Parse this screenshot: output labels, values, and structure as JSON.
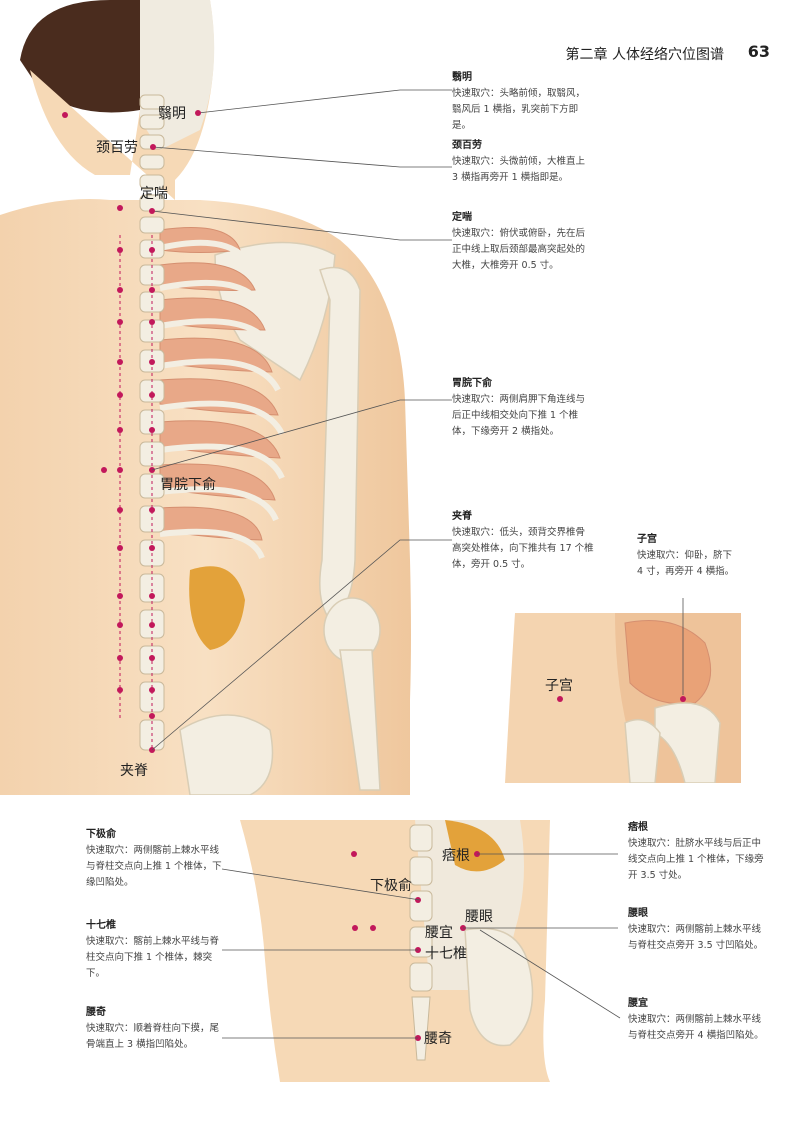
{
  "header": {
    "chapter_title": "第二章 人体经络穴位图谱",
    "page_number": "63"
  },
  "notes": {
    "yiming": {
      "title": "翳明",
      "text": "快速取穴：头略前倾，取翳风，翳风后 1 横指，乳突前下方即是。"
    },
    "jingbailao": {
      "title": "颈百劳",
      "text": "快速取穴：头微前倾，大椎直上 3 横指再旁开 1 横指即是。"
    },
    "dingchuan": {
      "title": "定喘",
      "text": "快速取穴：俯伏或俯卧，先在后正中线上取后颈部最高突起处的大椎，大椎旁开 0.5 寸。"
    },
    "weiwanxiashu": {
      "title": "胃脘下俞",
      "text": "快速取穴：两侧肩胛下角连线与后正中线相交处向下推 1 个椎体，下缘旁开 2 横指处。"
    },
    "jiaji": {
      "title": "夹脊",
      "text": "快速取穴：低头，颈背交界椎骨高突处椎体，向下推共有 17 个椎体，旁开 0.5 寸。"
    },
    "zigong": {
      "title": "子宫",
      "text": "快速取穴：仰卧，脐下 4 寸，再旁开 4 横指。"
    },
    "xiajishu": {
      "title": "下极俞",
      "text": "快速取穴：两侧髂前上棘水平线与脊柱交点向上推 1 个椎体，下缘凹陷处。"
    },
    "shiqizhui": {
      "title": "十七椎",
      "text": "快速取穴：髂前上棘水平线与脊柱交点向下推 1 个椎体，棘突下。"
    },
    "yaoqi": {
      "title": "腰奇",
      "text": "快速取穴：顺着脊柱向下摸，尾骨端直上 3 横指凹陷处。"
    },
    "pigen": {
      "title": "痞根",
      "text": "快速取穴：肚脐水平线与后正中线交点向上推 1 个椎体，下缘旁开 3.5 寸处。"
    },
    "yaoyan": {
      "title": "腰眼",
      "text": "快速取穴：两侧髂前上棘水平线与脊柱交点旁开 3.5 寸凹陷处。"
    },
    "yaoyi": {
      "title": "腰宜",
      "text": "快速取穴：两侧髂前上棘水平线与脊柱交点旁开 4 横指凹陷处。"
    }
  },
  "labels": {
    "yiming": "翳明",
    "jingbailao": "颈百劳",
    "dingchuan": "定喘",
    "weiwanxiashu": "胃脘下俞",
    "jiaji": "夹脊",
    "zigong": "子宫",
    "pigen": "痞根",
    "xiajishu": "下极俞",
    "yaoyan": "腰眼",
    "yaoyi": "腰宜",
    "shiqizhui": "十七椎",
    "yaoqi": "腰奇"
  },
  "colors": {
    "skin": "#f6d9b6",
    "skin_dark": "#e9bf92",
    "bone": "#f3eee2",
    "muscle": "#e8a888",
    "organ": "#e3a23a",
    "point": "#c2185b",
    "hair": "#4a2c1e",
    "leader": "#555555"
  }
}
